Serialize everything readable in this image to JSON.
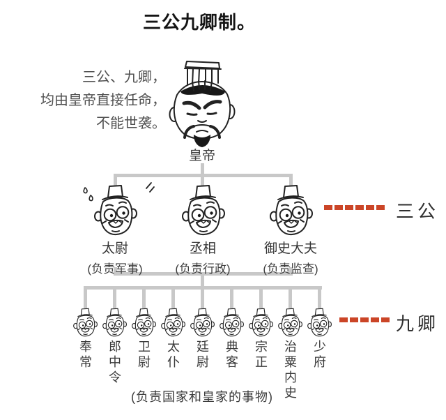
{
  "title": "三公九卿制。",
  "note": {
    "lines": [
      "三公、九卿，",
      "均由皇帝直接任命，",
      "不能世袭。"
    ]
  },
  "emperor": {
    "label": "皇帝"
  },
  "sangong": {
    "legend": "三公",
    "members": [
      {
        "name": "太尉",
        "duty": "(负责军事)"
      },
      {
        "name": "丞相",
        "duty": "(负责行政)"
      },
      {
        "name": "御史大夫",
        "duty": "(负责监查)"
      }
    ]
  },
  "jiuqing": {
    "legend": "九卿",
    "members": [
      "奉常",
      "郎中令",
      "卫尉",
      "太仆",
      "廷尉",
      "典客",
      "宗正",
      "治粟内史",
      "少府"
    ],
    "duty": "(负责国家和皇家的事物)"
  },
  "colors": {
    "accent_red": "#cb4527",
    "line_gray": "#c8c8c8",
    "text_dark": "#3a3a3a",
    "title_black": "#141414"
  }
}
